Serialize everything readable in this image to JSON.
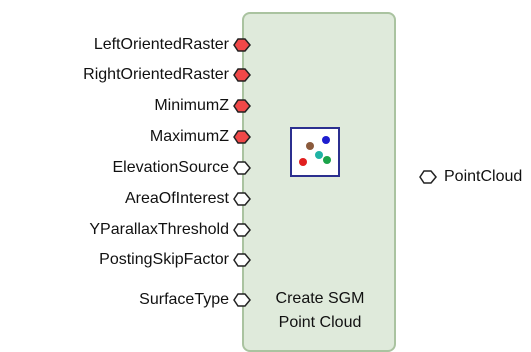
{
  "node": {
    "title_line1": "Create SGM",
    "title_line2": "Point Cloud",
    "icon": "scatter-points-icon",
    "fill_color": "#dfeadb",
    "border_color": "#aac3a0"
  },
  "inputs": [
    {
      "label": "LeftOrientedRaster",
      "required": true
    },
    {
      "label": "RightOrientedRaster",
      "required": true
    },
    {
      "label": "MinimumZ",
      "required": true
    },
    {
      "label": "MaximumZ",
      "required": true
    },
    {
      "label": "ElevationSource",
      "required": false
    },
    {
      "label": "AreaOfInterest",
      "required": false
    },
    {
      "label": "YParallaxThreshold",
      "required": false
    },
    {
      "label": "PostingSkipFactor",
      "required": false
    },
    {
      "label": "SurfaceType",
      "required": false
    }
  ],
  "output": {
    "label": "PointCloud",
    "required": false
  },
  "colors": {
    "required_port": "#f04848",
    "optional_port": "#ffffff",
    "port_stroke": "#222222",
    "icon_border": "#2b2f8f"
  }
}
